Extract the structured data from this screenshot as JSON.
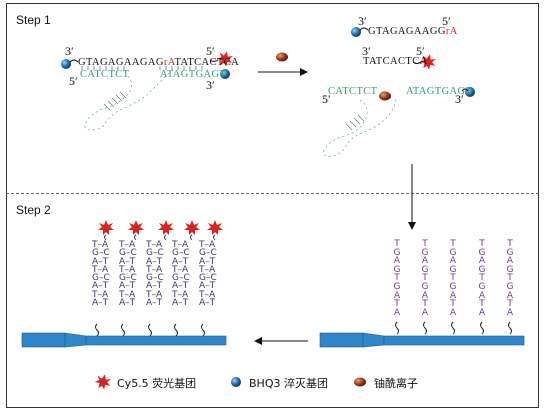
{
  "steps": {
    "step1": "Step 1",
    "step2": "Step 2"
  },
  "primes": {
    "three": "3′",
    "five": "5′"
  },
  "step1_left": {
    "top_strand_main": "GTAGAGAAGAG",
    "top_strand_ra": "rA",
    "top_strand_tail": "TATCACTCA",
    "bottom_green_left": "CATCTCT",
    "bottom_green_right": "ATAGTGAGT"
  },
  "step1_right": {
    "cleaved_top": "GTAGAGAAGG",
    "cleaved_top_ra": "rA",
    "cleaved_mid": "TATCACTCA",
    "green_left": "CATCTCT",
    "green_right": "ATAGTGAGT"
  },
  "step2": {
    "pair_column": "T–A\nG–C\nA–T\nT–A\nG–C\nA–T\nT–A\nA–T",
    "single_column": "T\nG\nA\nG\nT\nG\nA\nT\nA"
  },
  "legend": {
    "cy55": "Cy5.5 荧光基团",
    "bhq3": "BHQ3 淬灭基团",
    "ion": "铀酰离子"
  },
  "colors": {
    "dna_green": "#2e9e6a",
    "fluor_red": "#e0201e",
    "quencher_blue": "#1e6fb0",
    "ion_brown": "#a0381a",
    "surface_blue": "#2f86c8"
  }
}
